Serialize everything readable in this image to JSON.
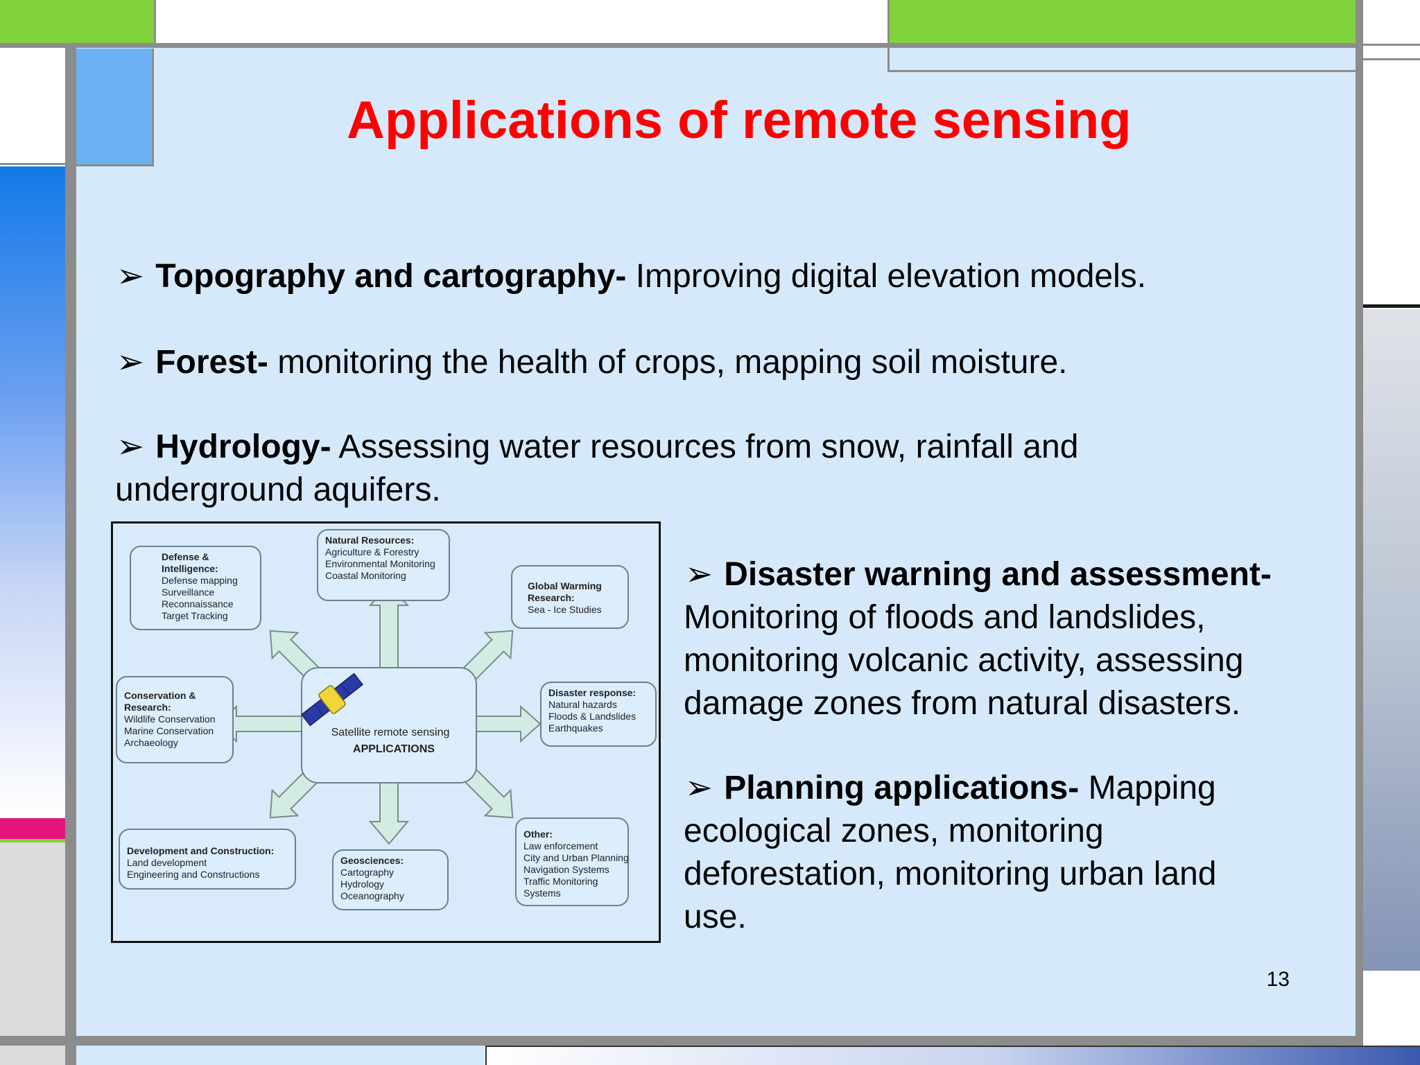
{
  "slide": {
    "title": "Applications of remote sensing",
    "page_number": "13",
    "bullet_glyph": "➢",
    "bullets": [
      {
        "term": "Topography and cartography-",
        "text": " Improving digital elevation models."
      },
      {
        "term": "Forest-",
        "text": " monitoring the health of crops, mapping soil moisture."
      },
      {
        "term": "Hydrology-",
        "text": " Assessing water resources from snow, rainfall and",
        "text2": "underground aquifers."
      },
      {
        "term": "Disaster warning and assessment-",
        "lines": [
          "Monitoring of floods and landslides,",
          "monitoring volcanic activity, assessing",
          "damage zones from natural disasters."
        ]
      },
      {
        "term": "Planning applications-",
        "text": " Mapping",
        "lines": [
          "ecological zones, monitoring",
          "deforestation, monitoring urban land",
          "use."
        ]
      }
    ]
  },
  "diagram": {
    "center": {
      "line1": "Satellite remote sensing",
      "line2": "APPLICATIONS"
    },
    "nodes": {
      "defense": {
        "heading": [
          "Defense &",
          "Intelligence:"
        ],
        "items": [
          "Defense mapping",
          "Surveillance",
          "Reconnaissance",
          "Target Tracking"
        ]
      },
      "natural": {
        "heading": [
          "Natural Resources:"
        ],
        "items": [
          "Agriculture & Forestry",
          "Environmental Monitoring",
          "Coastal Monitoring"
        ]
      },
      "global": {
        "heading": [
          "Global Warming",
          "Research:"
        ],
        "items": [
          "Sea - Ice Studies"
        ]
      },
      "conservation": {
        "heading": [
          "Conservation &",
          "Research:"
        ],
        "items": [
          "Wildlife Conservation",
          "Marine Conservation",
          "Archaeology"
        ]
      },
      "disaster": {
        "heading": [
          "Disaster response:"
        ],
        "items": [
          "Natural hazards",
          "Floods & Landslides",
          "Earthquakes"
        ]
      },
      "development": {
        "heading": [
          "Development and Construction:"
        ],
        "items": [
          "Land development",
          "Engineering and Constructions"
        ]
      },
      "geosciences": {
        "heading": [
          "Geosciences:"
        ],
        "items": [
          "Cartography",
          "Hydrology",
          "Oceanography"
        ]
      },
      "other": {
        "heading": [
          "Other:"
        ],
        "items": [
          "Law enforcement",
          "City and Urban Planning",
          "Navigation Systems",
          "Traffic Monitoring",
          "Systems"
        ]
      }
    }
  },
  "colors": {
    "title": "#ff0000",
    "slide_background": "#d6e9fb",
    "frame_gray": "#8c8c8c",
    "accent_green": "#80d13c",
    "accent_blue": "#6cb2f2",
    "accent_pink": "#e4167c",
    "arrow_fill": "#d2ece4"
  }
}
